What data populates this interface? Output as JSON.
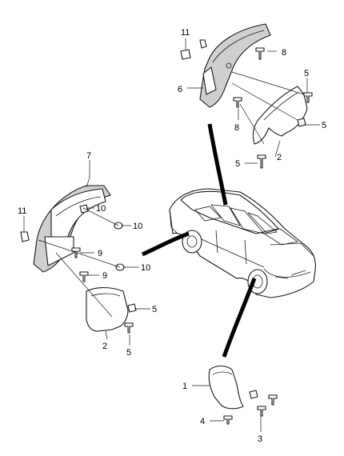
{
  "callouts": {
    "tr_11": "11",
    "tr_8a": "8",
    "tr_5a": "5",
    "tr_6": "6",
    "tr_5b": "5",
    "tr_8b": "8",
    "tr_2": "2",
    "tr_5c": "5",
    "l_7": "7",
    "l_11": "11",
    "l_10a": "10",
    "l_10b": "10",
    "l_9a": "9",
    "l_10c": "10",
    "l_9b": "9",
    "l_5a": "5",
    "l_2": "2",
    "l_5b": "5",
    "br_1": "1",
    "br_4": "4",
    "br_3": "3"
  },
  "colors": {
    "line": "#1a1a1a",
    "shade": "#cfcfcf",
    "arrow": "#000000"
  }
}
